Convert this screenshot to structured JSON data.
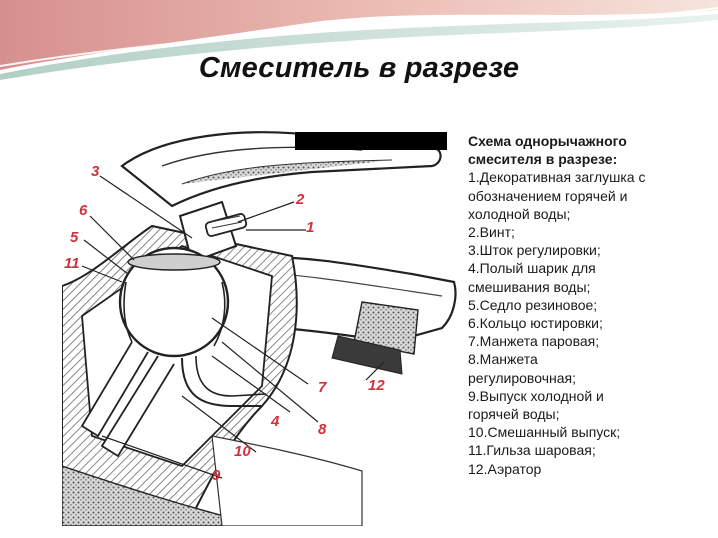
{
  "slide": {
    "title": "Смеситель в разрезе"
  },
  "colors": {
    "callout": "#d1313c",
    "swoosh_pink": "#d98a8a",
    "swoosh_teal": "#8fb7ad"
  },
  "diagram": {
    "callouts": [
      "1",
      "2",
      "3",
      "4",
      "5",
      "6",
      "7",
      "8",
      "9",
      "10",
      "11",
      "12"
    ]
  },
  "legend": {
    "title_line1": "Схема однорычажного",
    "title_line2": "смесителя в разрезе:",
    "items": [
      "1.Декоративная заглушка с",
      "обозначением горячей и",
      "холодной воды;",
      "2.Винт;",
      "3.Шток регулировки;",
      "4.Полый шарик для",
      "смешивания воды;",
      "5.Седло резиновое;",
      "6.Кольцо юстировки;",
      "7.Манжета паровая;",
      "8.Манжета",
      "регулировочная;",
      "9.Выпуск холодной и",
      "горячей воды;",
      "10.Смешанный выпуск;",
      "11.Гильза шаровая;",
      "12.Аэратор"
    ]
  }
}
